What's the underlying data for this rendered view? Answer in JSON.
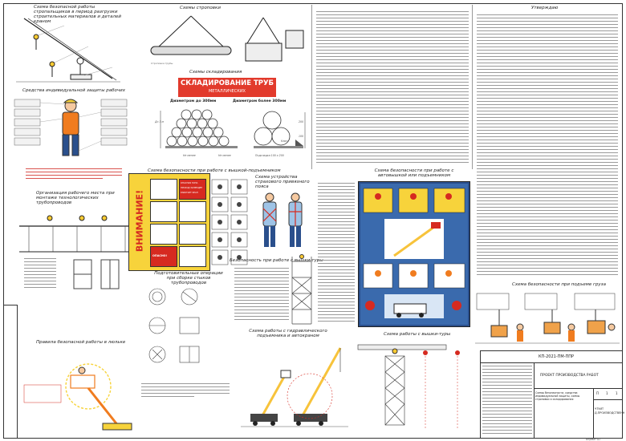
{
  "sections": {
    "stropy": "Схема безопасной работы стропальщиков в период разгрузки строительных материалов и деталей краном",
    "skhemy_strop": "Схемы строповки",
    "skhemy_sklad": "Схемы складирования",
    "utverzhdayu": "Утверждаю",
    "ppe": "Средства индивидуальной защиты рабочих",
    "vysota": "Схема безопасности при работе с вышкой-подъемником",
    "strahovka": "Схема устройства страхового привязного пояса",
    "montazh_trub": "Организация рабочего места при монтаже технологических трубопроводов",
    "podgotovka": "Подготовительные операции при сборке стыков трубопроводов",
    "vyshka_tura": "Безопасность при работе с вышки-туры",
    "avtovyshka": "Схема безопасности при работе с автовышкой или подъемником",
    "lyulka": "Правила безопасной работы в люльке",
    "avtogidro": "Схема работы с гидравлического подъемника и автокраном",
    "vyshka_tura2": "Схема работы с вышки-туры",
    "podem_gruza": "Схема безопасности при подъеме груза"
  },
  "banner": {
    "title": "СКЛАДИРОВАНИЕ ТРУБ",
    "subtitle": "МЕТАЛЛИЧЕСКИХ",
    "d_small": "Диаметром до 300мм",
    "d_large": "Диаметром более 300мм",
    "klin": "Клин",
    "podkladki": "Подкладки 100 х 200",
    "ne_menee": "Не менее",
    "ne_menee_2": "Не менее",
    "do_3m": "До 3 м",
    "dim_200": "200",
    "dim_100": "100"
  },
  "warning": {
    "vertical": "ВНИМАНИЕ!",
    "items": [
      "ОПАСНАЯ ЗОНА",
      "ПРОХОД ЗАПРЕЩЕН",
      "РАБОТАЕТ КРАН",
      "ОПАСНО!"
    ]
  },
  "title_block": {
    "code": "КП-2021-ПМ-ППР",
    "project": "ПРОЕКТ ПРОИЗВОДСТВА РАБОТ",
    "sheet_name": "Схемы безопасности, средства индивидуальной защиты, схемы строповки и складирования",
    "stage": "П",
    "sheet": "1",
    "sheets": "1",
    "org": "ЧТУИТ Д.ПРОИЗВОДСТВЕНН",
    "format": "Формат А1"
  },
  "colors": {
    "banner": "#e23a2c",
    "banner_text": "#ffffff",
    "warning_yellow": "#f7d33b",
    "danger_red": "#d62a20",
    "poster_blue": "#2a4f8c",
    "line": "#333333"
  }
}
